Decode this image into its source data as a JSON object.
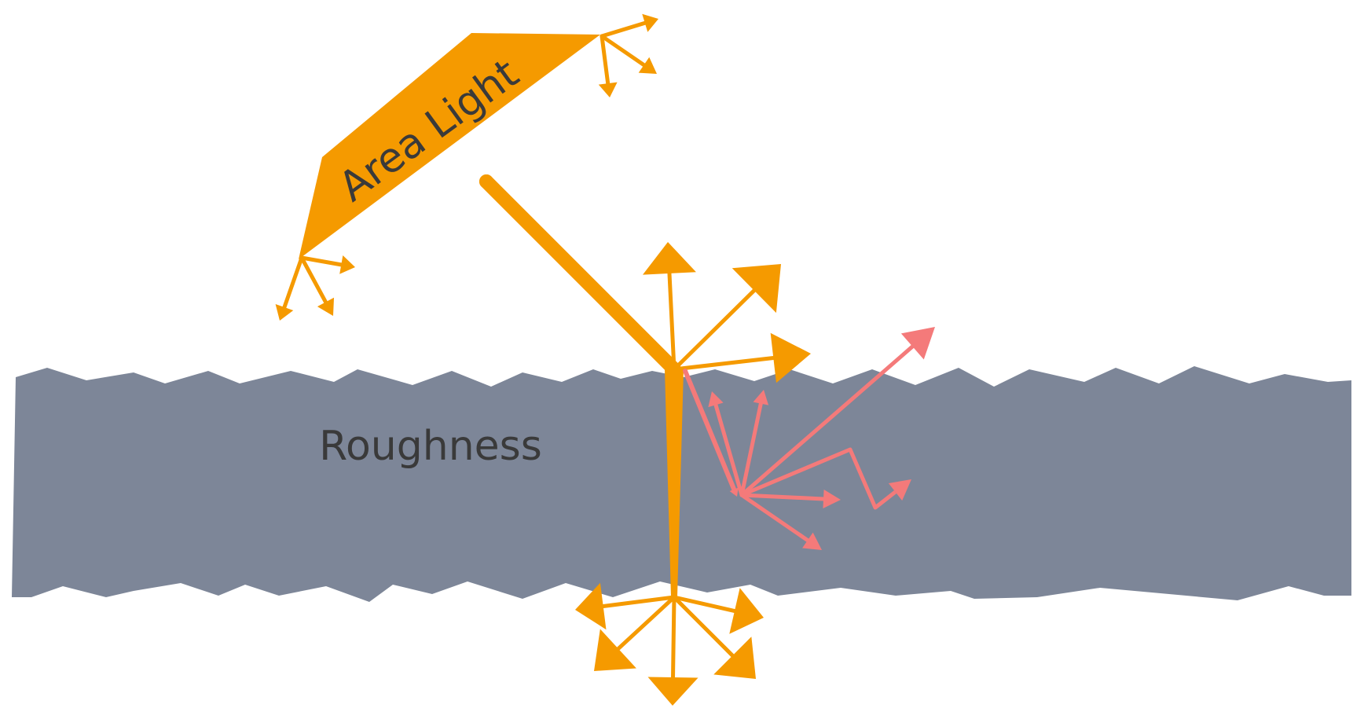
{
  "labels": {
    "area_light": "Area Light",
    "roughness": "Roughness"
  },
  "colors": {
    "light": "#f59a00",
    "scatter": "#f47a7a",
    "material": "#7d8698",
    "text": "#3a3a3a"
  },
  "icons": {
    "light_source": "area-light-panel",
    "ray": "arrow-ray"
  }
}
